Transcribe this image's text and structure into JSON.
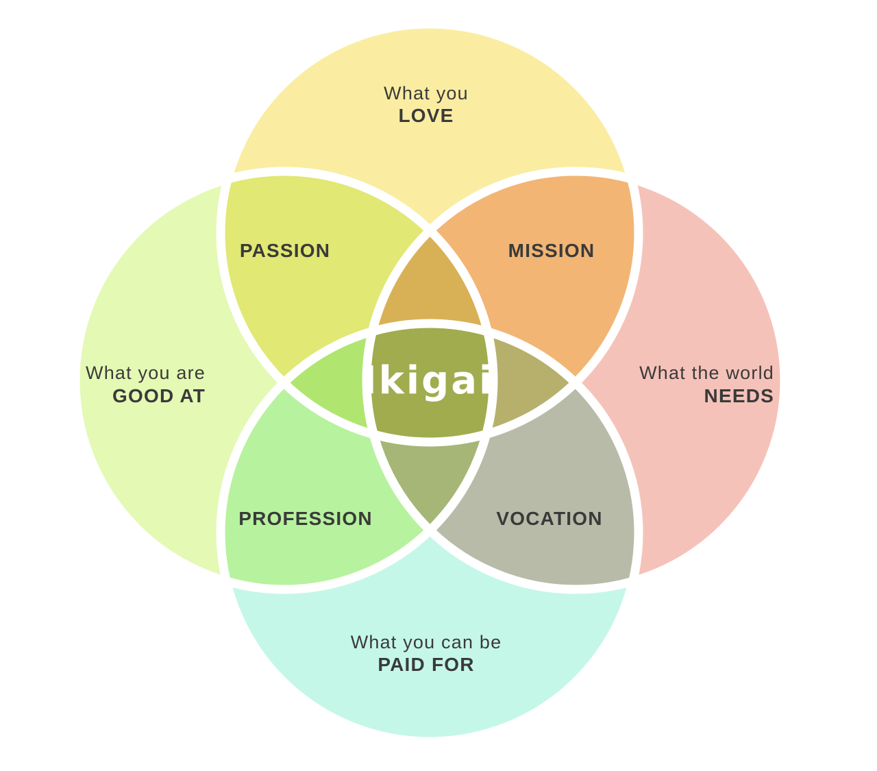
{
  "circles": {
    "love": {
      "line1": "What you",
      "line2": "LOVE",
      "color": "#FAEDA2"
    },
    "good_at": {
      "line1": "What you are",
      "line2": "GOOD AT",
      "color": "#E4F9B4"
    },
    "needs": {
      "line1": "What the world",
      "line2": "NEEDS",
      "color": "#F5C2B9"
    },
    "paid_for": {
      "line1": "What you can be",
      "line2": "PAID FOR",
      "color": "#C5F7E8"
    }
  },
  "overlaps": {
    "passion": {
      "label": "PASSION",
      "color": "#E1E874"
    },
    "mission": {
      "label": "MISSION",
      "color": "#F2B574"
    },
    "profession": {
      "label": "PROFESSION",
      "color": "#B7F29E"
    },
    "vocation": {
      "label": "VOCATION",
      "color": "#B8BBA8"
    }
  },
  "triples": {
    "top": {
      "color": "#D8B156"
    },
    "left": {
      "color": "#B0E56F"
    },
    "right": {
      "color": "#B6B06C"
    },
    "bottom": {
      "color": "#A5B676"
    }
  },
  "center": {
    "label": "Ikigai",
    "color": "#A0AC4E"
  },
  "divider_color": "#FFFFFF",
  "text_color": "#3A3A3A"
}
